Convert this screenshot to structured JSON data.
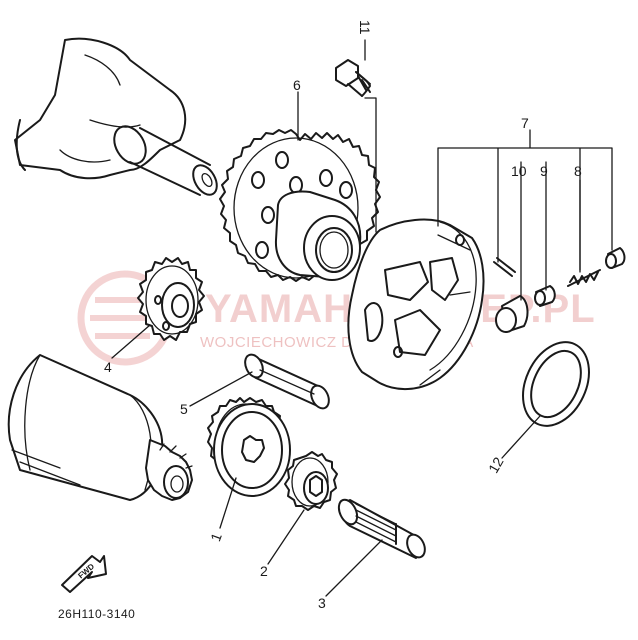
{
  "diagram": {
    "part_code": "26H110-3140",
    "direction_badge": "FWD",
    "watermark": {
      "brand": "YAMAHA-SKLEP.PL",
      "dealer": "WOJCIECHOWICZ DEALER YAMAHA"
    },
    "callouts": [
      {
        "number": "1"
      },
      {
        "number": "2"
      },
      {
        "number": "3"
      },
      {
        "number": "4"
      },
      {
        "number": "5"
      },
      {
        "number": "6"
      },
      {
        "number": "7"
      },
      {
        "number": "8"
      },
      {
        "number": "9"
      },
      {
        "number": "10"
      },
      {
        "number": "11"
      },
      {
        "number": "12"
      }
    ]
  }
}
